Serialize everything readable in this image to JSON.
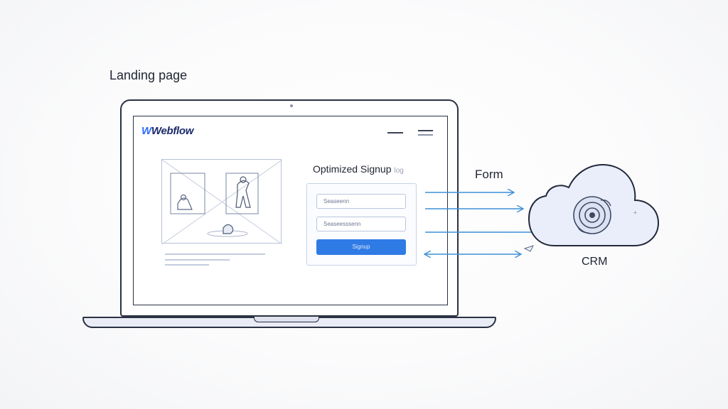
{
  "labels": {
    "landing_page": "Landing page",
    "form": "Form",
    "crm": "CRM"
  },
  "landing": {
    "brand_mark": "W",
    "brand_text": "Webflow",
    "headline": "Optimized Signup",
    "headline_tag": "log",
    "fields": [
      {
        "label": "Seaseenn"
      },
      {
        "label": "Seaseesssenn"
      }
    ],
    "signup_button": "Signup"
  },
  "colors": {
    "outline": "#2a3142",
    "accent_blue": "#2f7be6",
    "arrow_blue": "#3d8fd6",
    "cloud_fill": "#e9eefa"
  },
  "icons": {
    "crm": "gear-in-cloud-icon",
    "menu": "hamburger-icon"
  }
}
